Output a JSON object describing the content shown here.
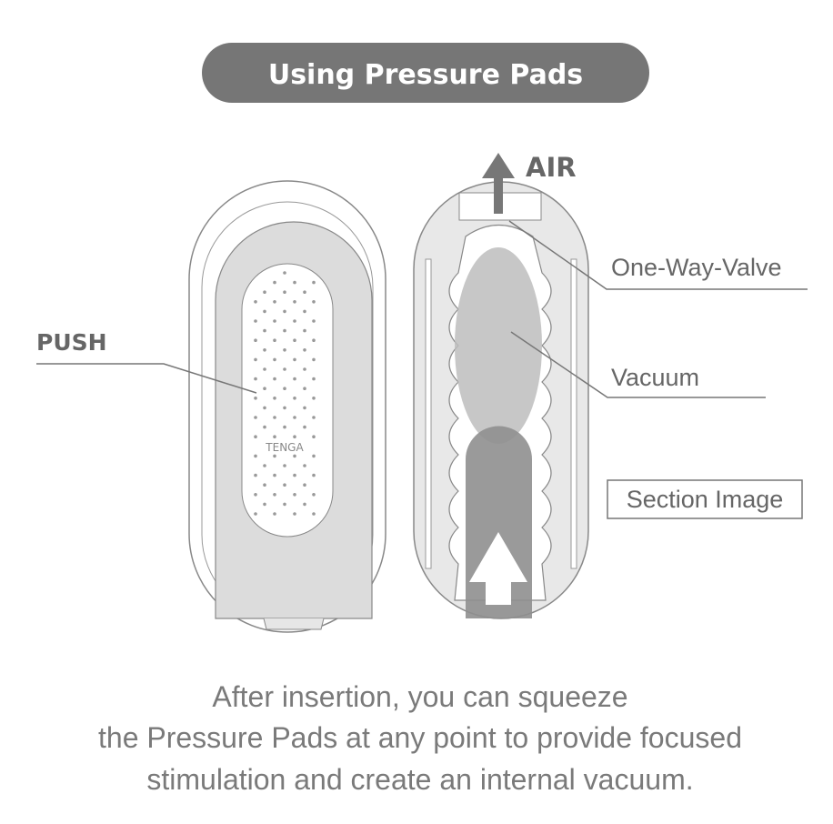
{
  "title": "Using Pressure Pads",
  "labels": {
    "push": "PUSH",
    "air": "AIR",
    "valve": "One-Way-Valve",
    "vacuum": "Vacuum",
    "section": "Section Image",
    "logo": "TENGA"
  },
  "caption": [
    "After insertion, you can squeeze",
    "the Pressure Pads at any point to provide focused",
    "stimulation and create an internal vacuum."
  ]
}
